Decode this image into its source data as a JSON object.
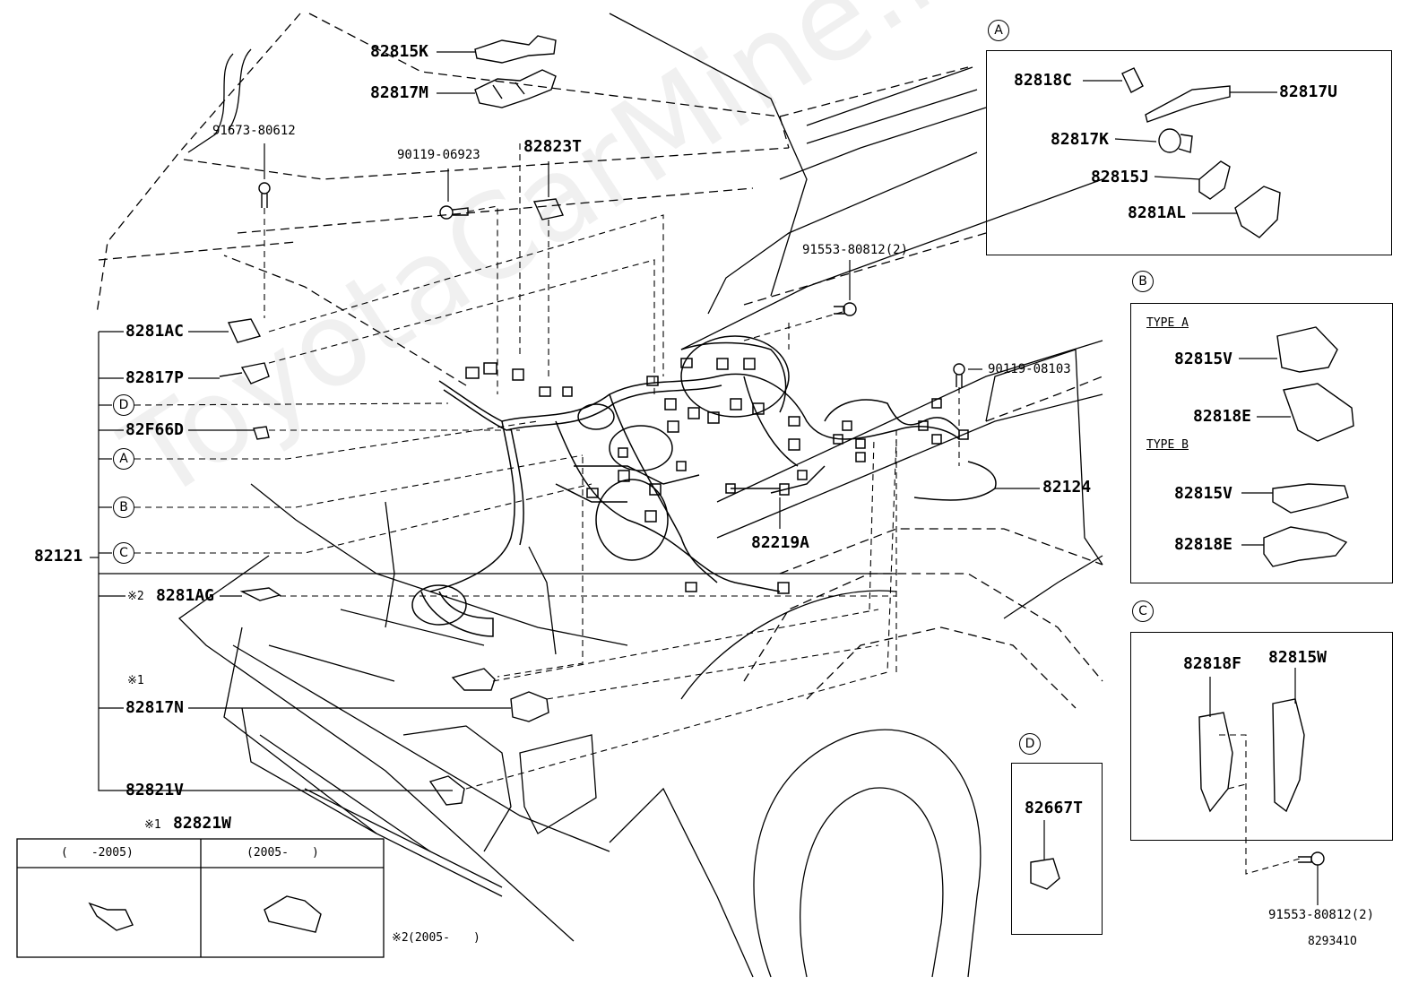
{
  "watermark": "ToyotaCarMine.ru",
  "diagram_code": "829341O",
  "main_labels": {
    "p82815K": "82815K",
    "p82817M": "82817M",
    "p91673": "91673-80612",
    "p90119a": "90119-06923",
    "p82823T": "82823T",
    "p91553a": "91553-80812(2)",
    "p90119b": "90119-08103",
    "p82124": "82124",
    "p82219A": "82219A",
    "p82121": "82121",
    "p8281AC": "8281AC",
    "p82817P": "82817P",
    "p82F66D": "82F66D",
    "p8281AG": "8281AG",
    "p82817N": "82817N",
    "p82821V": "82821V",
    "p82821W": "82821W",
    "mark1": "※1",
    "mark2": "※2",
    "mark1b": "※1",
    "mark2b": "※2"
  },
  "callouts": {
    "A": "A",
    "B": "B",
    "C": "C",
    "D": "D"
  },
  "detail_A": {
    "tag": "A",
    "p82818C": "82818C",
    "p82817U": "82817U",
    "p82817K": "82817K",
    "p82815J": "82815J",
    "p8281AL": "8281AL"
  },
  "detail_B": {
    "tag": "B",
    "typeA": "TYPE A",
    "typeB": "TYPE B",
    "a_82815V": "82815V",
    "a_82818E": "82818E",
    "b_82815V": "82815V",
    "b_82818E": "82818E"
  },
  "detail_C": {
    "tag": "C",
    "p82818F": "82818F",
    "p82815W": "82815W",
    "p91553b": "91553-80812(2)"
  },
  "detail_D": {
    "tag": "D",
    "p82667T": "82667T"
  },
  "table_82821W": {
    "col1": "(　　-2005)",
    "col2": "(2005-　　)"
  },
  "note2": "(2005-　　)"
}
